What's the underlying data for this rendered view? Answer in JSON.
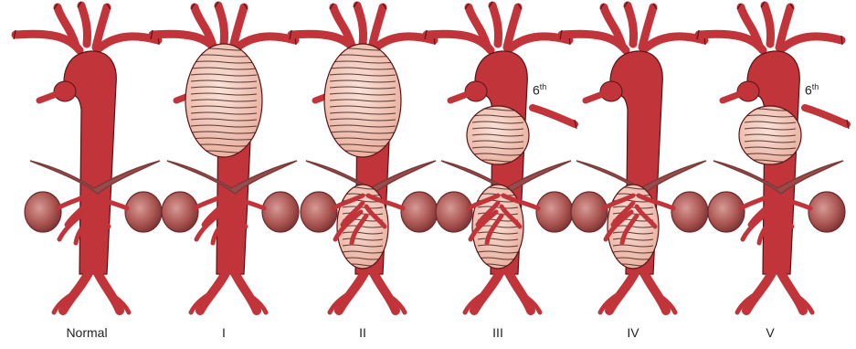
{
  "panels": [
    {
      "label": "Normal",
      "thoracic_aneurysm": "none",
      "abdominal_aneurysm": "none",
      "rib_marker": ""
    },
    {
      "label": "I",
      "thoracic_aneurysm": "full",
      "abdominal_aneurysm": "none",
      "rib_marker": ""
    },
    {
      "label": "II",
      "thoracic_aneurysm": "full",
      "abdominal_aneurysm": "full",
      "rib_marker": ""
    },
    {
      "label": "III",
      "thoracic_aneurysm": "lower",
      "abdominal_aneurysm": "full",
      "rib_marker": "6th"
    },
    {
      "label": "IV",
      "thoracic_aneurysm": "none",
      "abdominal_aneurysm": "full",
      "rib_marker": ""
    },
    {
      "label": "V",
      "thoracic_aneurysm": "lower",
      "abdominal_aneurysm": "none",
      "rib_marker": "6th"
    }
  ],
  "colors": {
    "aorta": "#c0343a",
    "aorta_outline": "#5a1215",
    "aneurysm_fill": "#f2c6b8",
    "aneurysm_stripe": "#3a2020",
    "kidney": "#b0605e",
    "kidney_dark": "#6e2a2c",
    "diaphragm": "#7a3b3b",
    "label_text": "#222222"
  }
}
